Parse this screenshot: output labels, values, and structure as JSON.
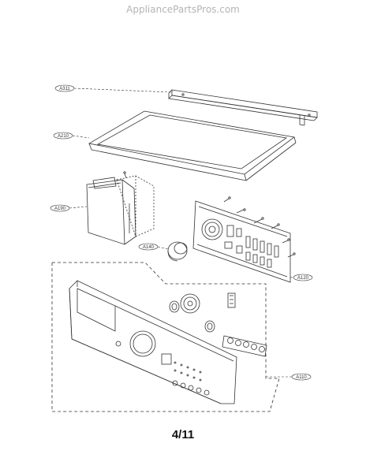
{
  "watermark": "AppliancePartsPros.com",
  "page_number": "4/11",
  "callouts": {
    "a311": "A311",
    "a210": "A210",
    "a190": "A190",
    "a140": "A140",
    "a120": "A120",
    "a110": "A110"
  },
  "colors": {
    "line": "#333333",
    "watermark": "#b4b4b4"
  }
}
